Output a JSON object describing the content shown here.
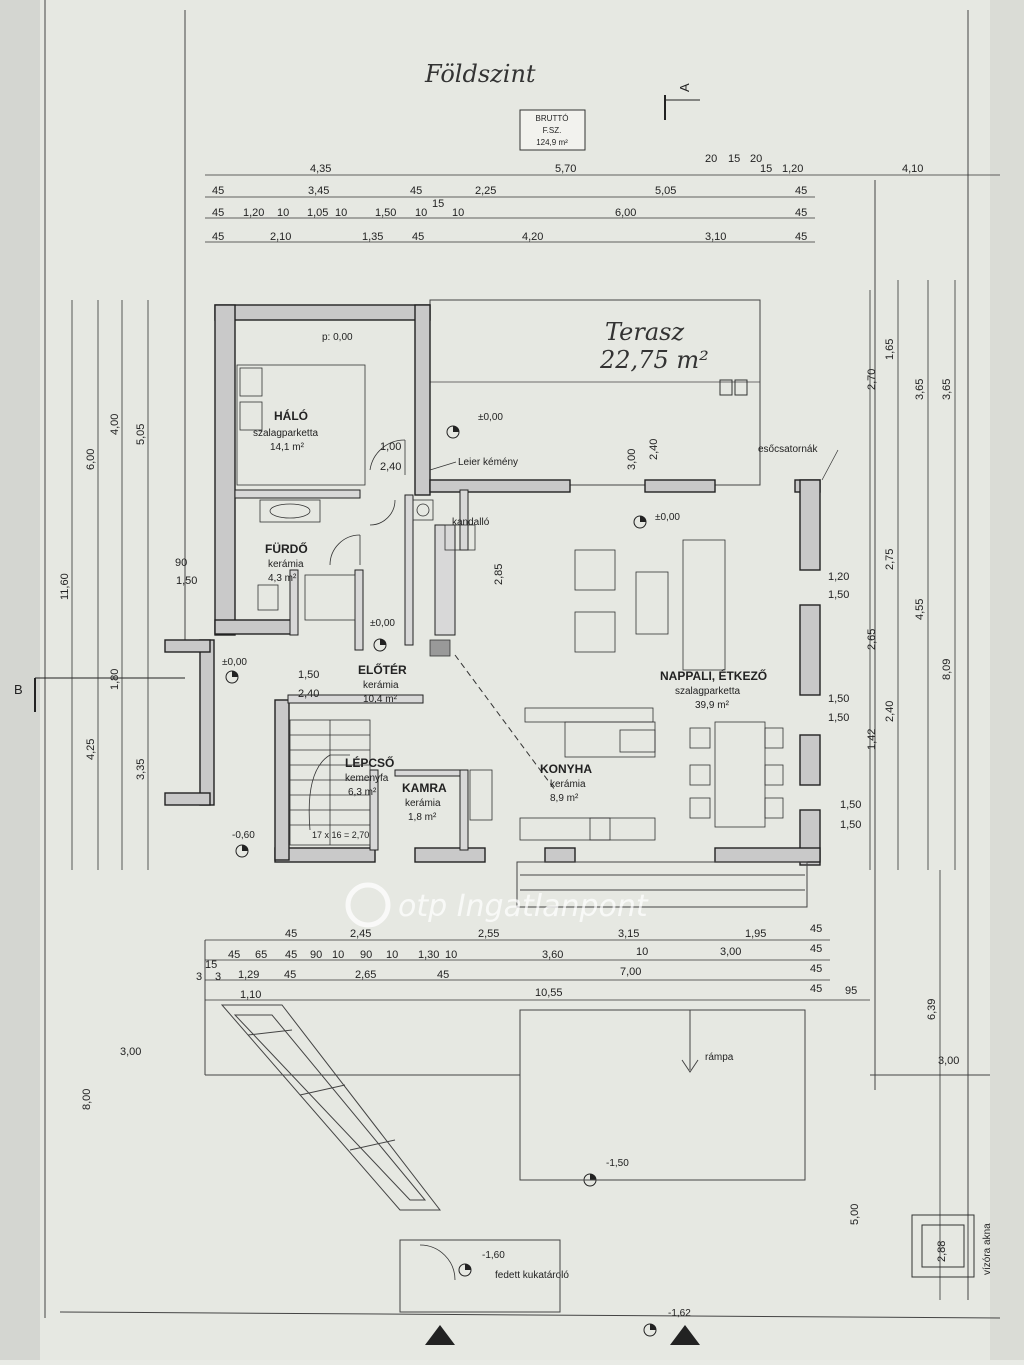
{
  "title": "Földszint",
  "section_a": "A",
  "section_b": "B",
  "brutto_box": {
    "line1": "BRUTTÓ",
    "line2": "F.SZ.",
    "line3": "124,9 m²"
  },
  "terrace": {
    "label": "Terasz",
    "area": "22,75 m²"
  },
  "rooms": {
    "halo": {
      "name": "HÁLÓ",
      "floor": "szalagparketta",
      "area": "14,1 m²"
    },
    "furdo": {
      "name": "FÜRDŐ",
      "floor": "kerámia",
      "area": "4,3 m²"
    },
    "eloter": {
      "name": "ELŐTÉR",
      "floor": "kerámia",
      "area": "10,4 m²"
    },
    "lepcso": {
      "name": "LÉPCSŐ",
      "floor": "kemenyfa",
      "area": "6,3 m²"
    },
    "kamra": {
      "name": "KAMRA",
      "floor": "kerámia",
      "area": "1,8 m²"
    },
    "konyha": {
      "name": "KONYHA",
      "floor": "kerámia",
      "area": "8,9 m²"
    },
    "nappali": {
      "name": "NAPPALI, ÉTKEZŐ",
      "floor": "szalagparketta",
      "area": "39,9 m²"
    }
  },
  "annotations": {
    "leier": "Leier kémény",
    "kandallo": "kandalló",
    "esocsatorna": "esőcsatornák",
    "rampa": "rámpa",
    "kukatarolo": "fedett kukatároló",
    "vizora": "vízóra akna",
    "stairs": "17 x 16 = 2,70"
  },
  "levels": {
    "l1": "p: 0,00",
    "l2": "±0,00",
    "l3": "±0,00",
    "l4": "±0,00",
    "l5": "±0,00",
    "l6": "-0,60",
    "l7": "-1,50",
    "l8": "-1,60",
    "l9": "-1,62"
  },
  "dims_top": {
    "r1": [
      "4,35",
      "5,70",
      "20",
      "15",
      "20",
      "15",
      "1,20",
      "4,10"
    ],
    "r2": [
      "45",
      "3,45",
      "45",
      "2,25",
      "5,05",
      "45"
    ],
    "r3": [
      "45",
      "1,20",
      "10",
      "1,05",
      "10",
      "1,50",
      "10",
      "15",
      "10",
      "6,00",
      "45"
    ],
    "r4": [
      "45",
      "2,10",
      "1,35",
      "45",
      "4,20",
      "3,10",
      "45"
    ]
  },
  "dims_bottom": {
    "r1": [
      "45",
      "2,45",
      "2,55",
      "3,15",
      "1,95",
      "45"
    ],
    "r2": [
      "15",
      "45",
      "65",
      "45",
      "90",
      "10",
      "90",
      "10",
      "1,30",
      "10",
      "3,60",
      "10",
      "3,00",
      "45"
    ],
    "r3": [
      "3",
      "3",
      "1,29",
      "45",
      "2,65",
      "45",
      "7,00",
      "45"
    ],
    "r4": [
      "1,10",
      "10,55",
      "45",
      "95"
    ],
    "r5": [
      "3,00",
      "3,00"
    ]
  },
  "dims_left": [
    "11,60",
    "6,00",
    "4,00",
    "5,05",
    "4,25",
    "1,80",
    "3,35",
    "90",
    "1,50",
    "8,00"
  ],
  "dims_right": [
    "2,70",
    "1,65",
    "3,65",
    "3,65",
    "2,65",
    "2,75",
    "4,55",
    "8,09",
    "1,42",
    "2,40",
    "6,39",
    "5,00",
    "2,88"
  ],
  "openings": [
    "1,00",
    "2,40",
    "1,50",
    "2,40",
    "1,20",
    "1,50",
    "1,50",
    "1,50",
    "1,50",
    "1,50",
    "3,00",
    "2,40",
    "2,85"
  ],
  "watermark": "otp Ingatlanpont"
}
